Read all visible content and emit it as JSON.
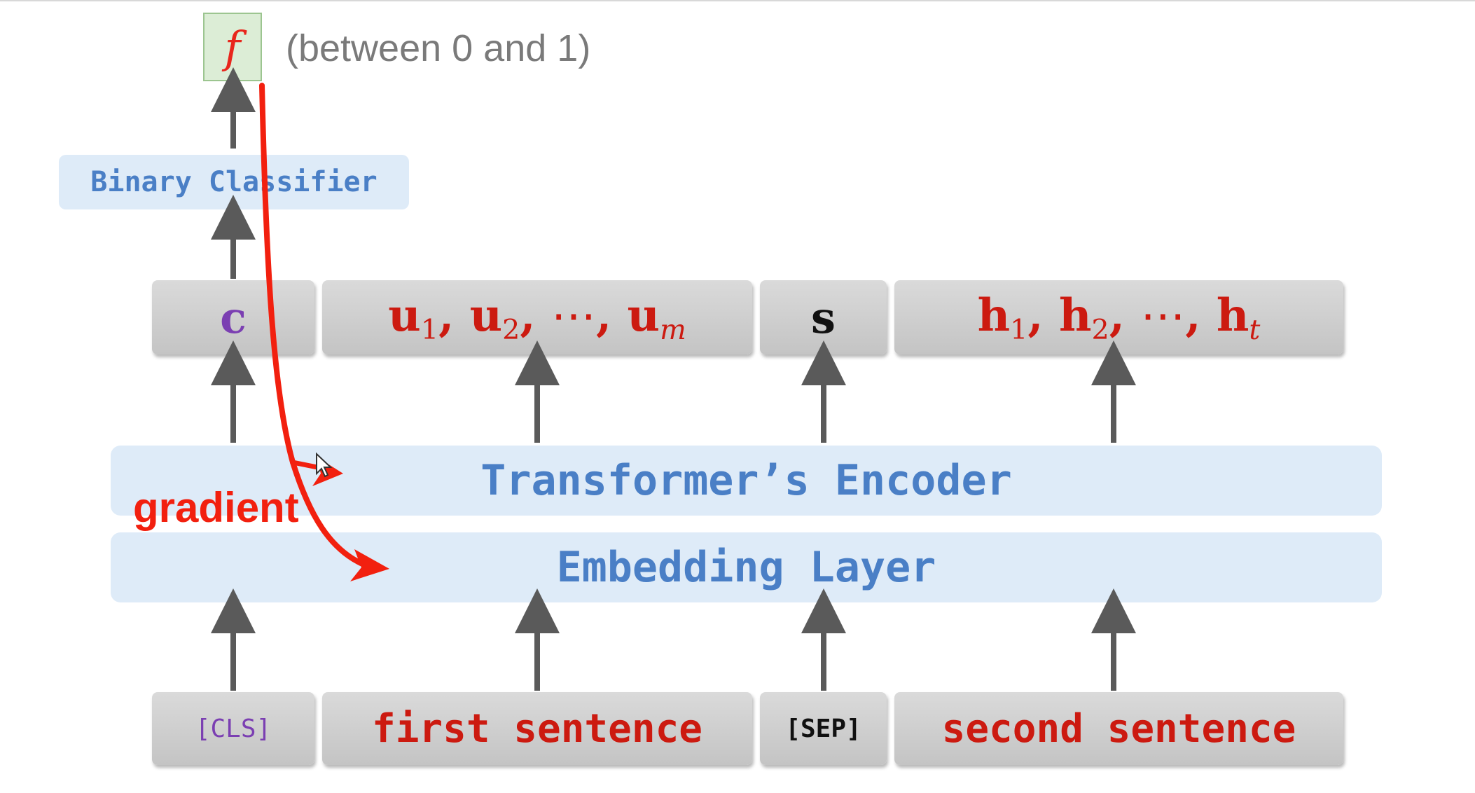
{
  "output": {
    "symbol": "f",
    "note": "(between 0 and 1)"
  },
  "classifier": {
    "label": "Binary Classifier"
  },
  "encoder_outputs": {
    "c": "c",
    "u_group": {
      "first": "u",
      "first_sub": "1",
      "second": "u",
      "second_sub": "2",
      "dots": "⋯",
      "last": "u",
      "last_sub": "m",
      "sep": ","
    },
    "s": "s",
    "h_group": {
      "first": "h",
      "first_sub": "1",
      "second": "h",
      "second_sub": "2",
      "dots": "⋯",
      "last": "h",
      "last_sub": "t",
      "sep": ","
    }
  },
  "layers": {
    "encoder": "Transformer’s Encoder",
    "embedding": "Embedding Layer"
  },
  "inputs": {
    "cls": "[CLS]",
    "first_sentence": "first sentence",
    "sep": "[SEP]",
    "second_sentence": "second sentence"
  },
  "annotation": {
    "gradient": "gradient"
  },
  "colors": {
    "red_text": "#cc1a10",
    "purple_text": "#7b3fb2",
    "blue_text": "#4a7fc6",
    "blue_band": "#deebf8",
    "arrow_grey": "#5a5a5a",
    "gradient_red": "#f2200f",
    "f_box_fill": "#dcedd6"
  }
}
